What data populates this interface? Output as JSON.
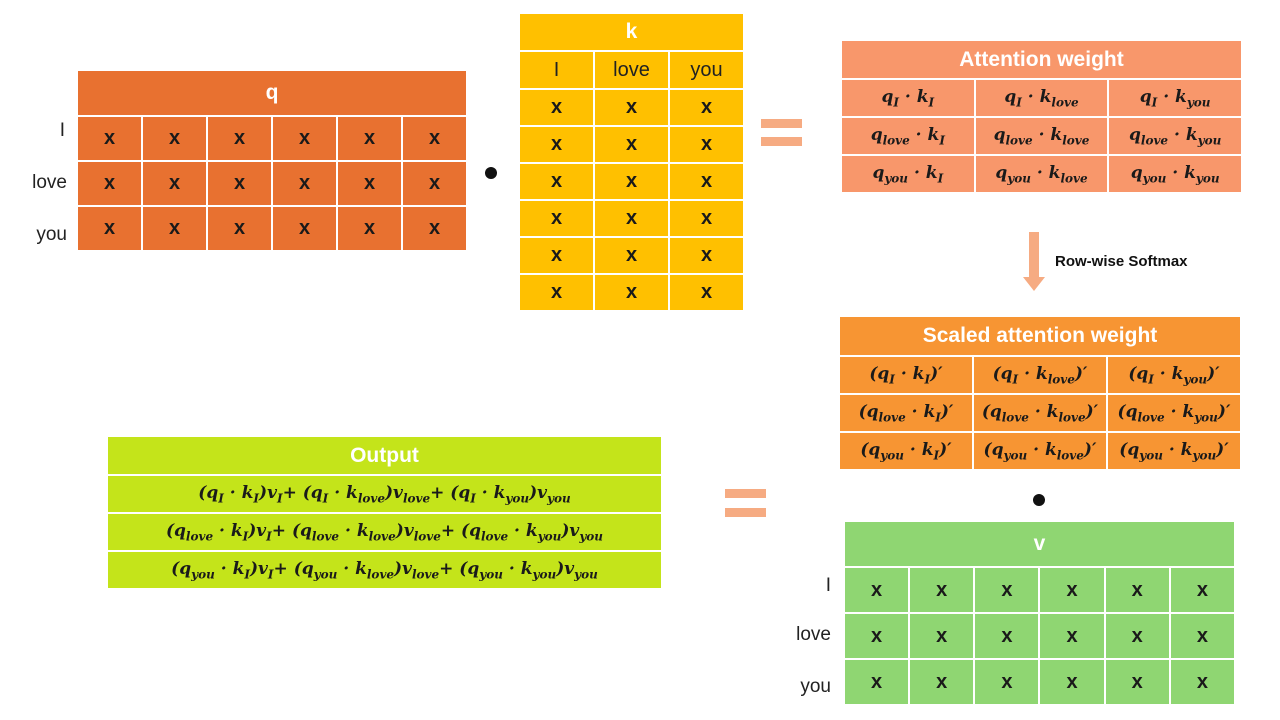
{
  "q": {
    "title": "q",
    "rows": [
      "I",
      "love",
      "you"
    ],
    "cell": "x",
    "ncols": 6
  },
  "k": {
    "title": "k",
    "cols": [
      "I",
      "love",
      "you"
    ],
    "cell": "x",
    "nrows": 6
  },
  "attention": {
    "title": "Attention weight",
    "tokens": [
      "I",
      "love",
      "you"
    ]
  },
  "softmax_label": "Row-wise Softmax",
  "scaled": {
    "title": "Scaled attention weight"
  },
  "v": {
    "title": "v",
    "rows": [
      "I",
      "love",
      "you"
    ],
    "cell": "x",
    "ncols": 6
  },
  "output": {
    "title": "Output"
  },
  "colors": {
    "q_header": "#e87130",
    "q_cell": "#e87130",
    "k_header": "#ffc000",
    "k_cell": "#ffc000",
    "attention": "#f8976b",
    "scaled": "#f79533",
    "v": "#8fd672",
    "output": "#c4e41a",
    "equals": "#f6ab82"
  }
}
